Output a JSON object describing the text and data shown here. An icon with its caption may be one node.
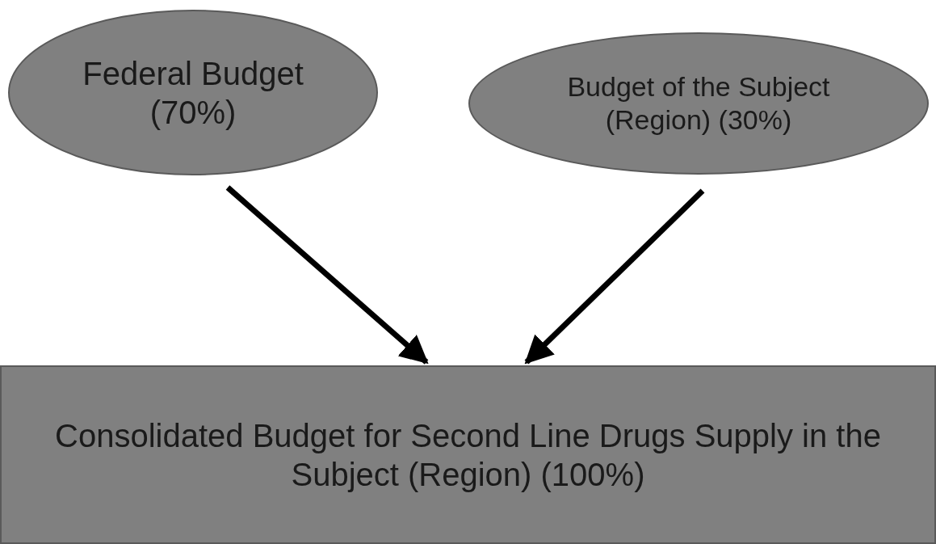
{
  "diagram": {
    "nodes": [
      {
        "text": [
          "Federal Budget (70%)"
        ]
      },
      {
        "text": [
          "Budget of the Subject (Region) (30%)"
        ]
      },
      {
        "text": [
          "Consolidated Budget for Second Line Drugs Supply in the Subject (Region) (100%)"
        ]
      }
    ],
    "edges": [
      {
        "from": 0,
        "to": 2,
        "arrow": "to"
      },
      {
        "from": 1,
        "to": 2,
        "arrow": "to"
      }
    ]
  }
}
